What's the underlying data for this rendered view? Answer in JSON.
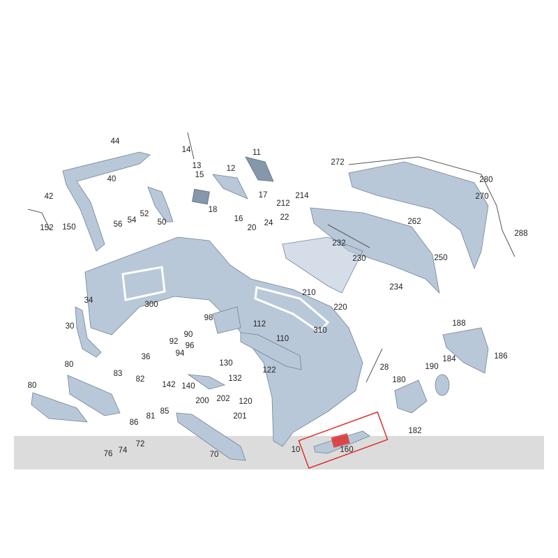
{
  "diagram": {
    "band_color": "#dcdcdc",
    "part_color": "#b9c8d8",
    "highlight_color": "#e03030",
    "highlighted_part": "160",
    "callouts": [
      "44",
      "14",
      "11",
      "40",
      "13",
      "15",
      "12",
      "272",
      "42",
      "17",
      "212",
      "214",
      "280",
      "18",
      "56",
      "54",
      "52",
      "50",
      "152",
      "150",
      "16",
      "24",
      "22",
      "270",
      "262",
      "288",
      "20",
      "232",
      "230",
      "250",
      "300",
      "234",
      "210",
      "220",
      "34",
      "98",
      "112",
      "310",
      "30",
      "90",
      "96",
      "92",
      "94",
      "36",
      "110",
      "188",
      "184",
      "186",
      "80",
      "83",
      "130",
      "28",
      "190",
      "82",
      "142",
      "140",
      "132",
      "122",
      "180",
      "80",
      "81",
      "85",
      "86",
      "200",
      "202",
      "120",
      "201",
      "182",
      "76",
      "74",
      "72",
      "70",
      "10",
      "160"
    ]
  }
}
